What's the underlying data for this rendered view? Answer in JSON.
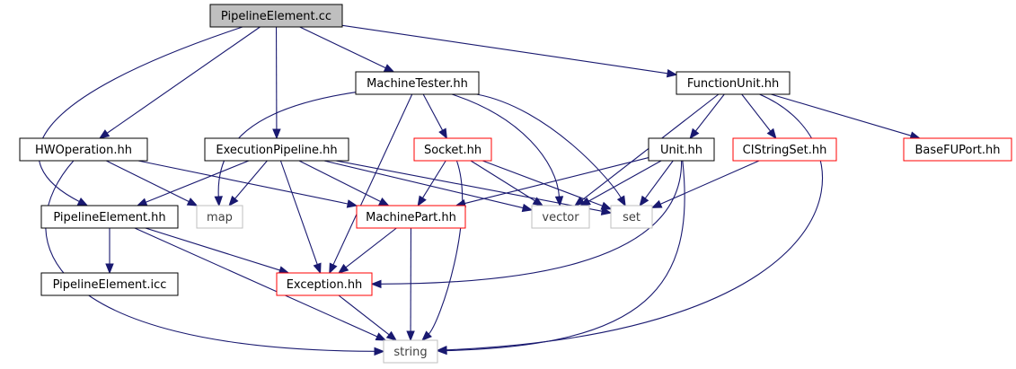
{
  "colors": {
    "edge": "#191970",
    "root_fill": "#bfbfbf",
    "default_border": "#000000",
    "external_border": "#bfbfbf",
    "external_text": "#404040",
    "incomplete_border": "#ff0000",
    "fill": "#ffffff"
  },
  "nodes": [
    {
      "id": "root",
      "label": "PipelineElement.cc",
      "style": "root"
    },
    {
      "id": "machinetester",
      "label": "MachineTester.hh",
      "style": "default"
    },
    {
      "id": "functionunit",
      "label": "FunctionUnit.hh",
      "style": "default"
    },
    {
      "id": "hwoperation",
      "label": "HWOperation.hh",
      "style": "default"
    },
    {
      "id": "executionpipeline",
      "label": "ExecutionPipeline.hh",
      "style": "default"
    },
    {
      "id": "socket",
      "label": "Socket.hh",
      "style": "incomplete"
    },
    {
      "id": "unit",
      "label": "Unit.hh",
      "style": "default"
    },
    {
      "id": "cistringset",
      "label": "CIStringSet.hh",
      "style": "incomplete"
    },
    {
      "id": "basefuport",
      "label": "BaseFUPort.hh",
      "style": "incomplete"
    },
    {
      "id": "pipelineelement_hh",
      "label": "PipelineElement.hh",
      "style": "default"
    },
    {
      "id": "map",
      "label": "map",
      "style": "external"
    },
    {
      "id": "machinepart",
      "label": "MachinePart.hh",
      "style": "incomplete"
    },
    {
      "id": "vector",
      "label": "vector",
      "style": "external"
    },
    {
      "id": "set",
      "label": "set",
      "style": "external"
    },
    {
      "id": "pipelineelement_icc",
      "label": "PipelineElement.icc",
      "style": "default"
    },
    {
      "id": "exception",
      "label": "Exception.hh",
      "style": "incomplete"
    },
    {
      "id": "string",
      "label": "string",
      "style": "external"
    }
  ],
  "edges": [
    {
      "from": "root",
      "to": "machinetester"
    },
    {
      "from": "root",
      "to": "functionunit"
    },
    {
      "from": "root",
      "to": "hwoperation"
    },
    {
      "from": "root",
      "to": "executionpipeline"
    },
    {
      "from": "root",
      "to": "pipelineelement_hh"
    },
    {
      "from": "machinetester",
      "to": "map"
    },
    {
      "from": "machinetester",
      "to": "socket"
    },
    {
      "from": "machinetester",
      "to": "exception"
    },
    {
      "from": "machinetester",
      "to": "vector"
    },
    {
      "from": "machinetester",
      "to": "set"
    },
    {
      "from": "functionunit",
      "to": "unit"
    },
    {
      "from": "functionunit",
      "to": "cistringset"
    },
    {
      "from": "functionunit",
      "to": "basefuport"
    },
    {
      "from": "functionunit",
      "to": "vector"
    },
    {
      "from": "functionunit",
      "to": "string"
    },
    {
      "from": "hwoperation",
      "to": "map"
    },
    {
      "from": "hwoperation",
      "to": "machinepart"
    },
    {
      "from": "hwoperation",
      "to": "string"
    },
    {
      "from": "executionpipeline",
      "to": "pipelineelement_hh"
    },
    {
      "from": "executionpipeline",
      "to": "map"
    },
    {
      "from": "executionpipeline",
      "to": "machinepart"
    },
    {
      "from": "executionpipeline",
      "to": "exception"
    },
    {
      "from": "executionpipeline",
      "to": "vector"
    },
    {
      "from": "executionpipeline",
      "to": "set"
    },
    {
      "from": "socket",
      "to": "machinepart"
    },
    {
      "from": "socket",
      "to": "vector"
    },
    {
      "from": "socket",
      "to": "set"
    },
    {
      "from": "socket",
      "to": "string"
    },
    {
      "from": "unit",
      "to": "machinepart"
    },
    {
      "from": "unit",
      "to": "vector"
    },
    {
      "from": "unit",
      "to": "set"
    },
    {
      "from": "unit",
      "to": "exception"
    },
    {
      "from": "unit",
      "to": "string"
    },
    {
      "from": "cistringset",
      "to": "set"
    },
    {
      "from": "pipelineelement_hh",
      "to": "pipelineelement_icc"
    },
    {
      "from": "pipelineelement_hh",
      "to": "exception"
    },
    {
      "from": "pipelineelement_hh",
      "to": "string"
    },
    {
      "from": "machinepart",
      "to": "exception"
    },
    {
      "from": "machinepart",
      "to": "string"
    },
    {
      "from": "exception",
      "to": "string"
    }
  ]
}
